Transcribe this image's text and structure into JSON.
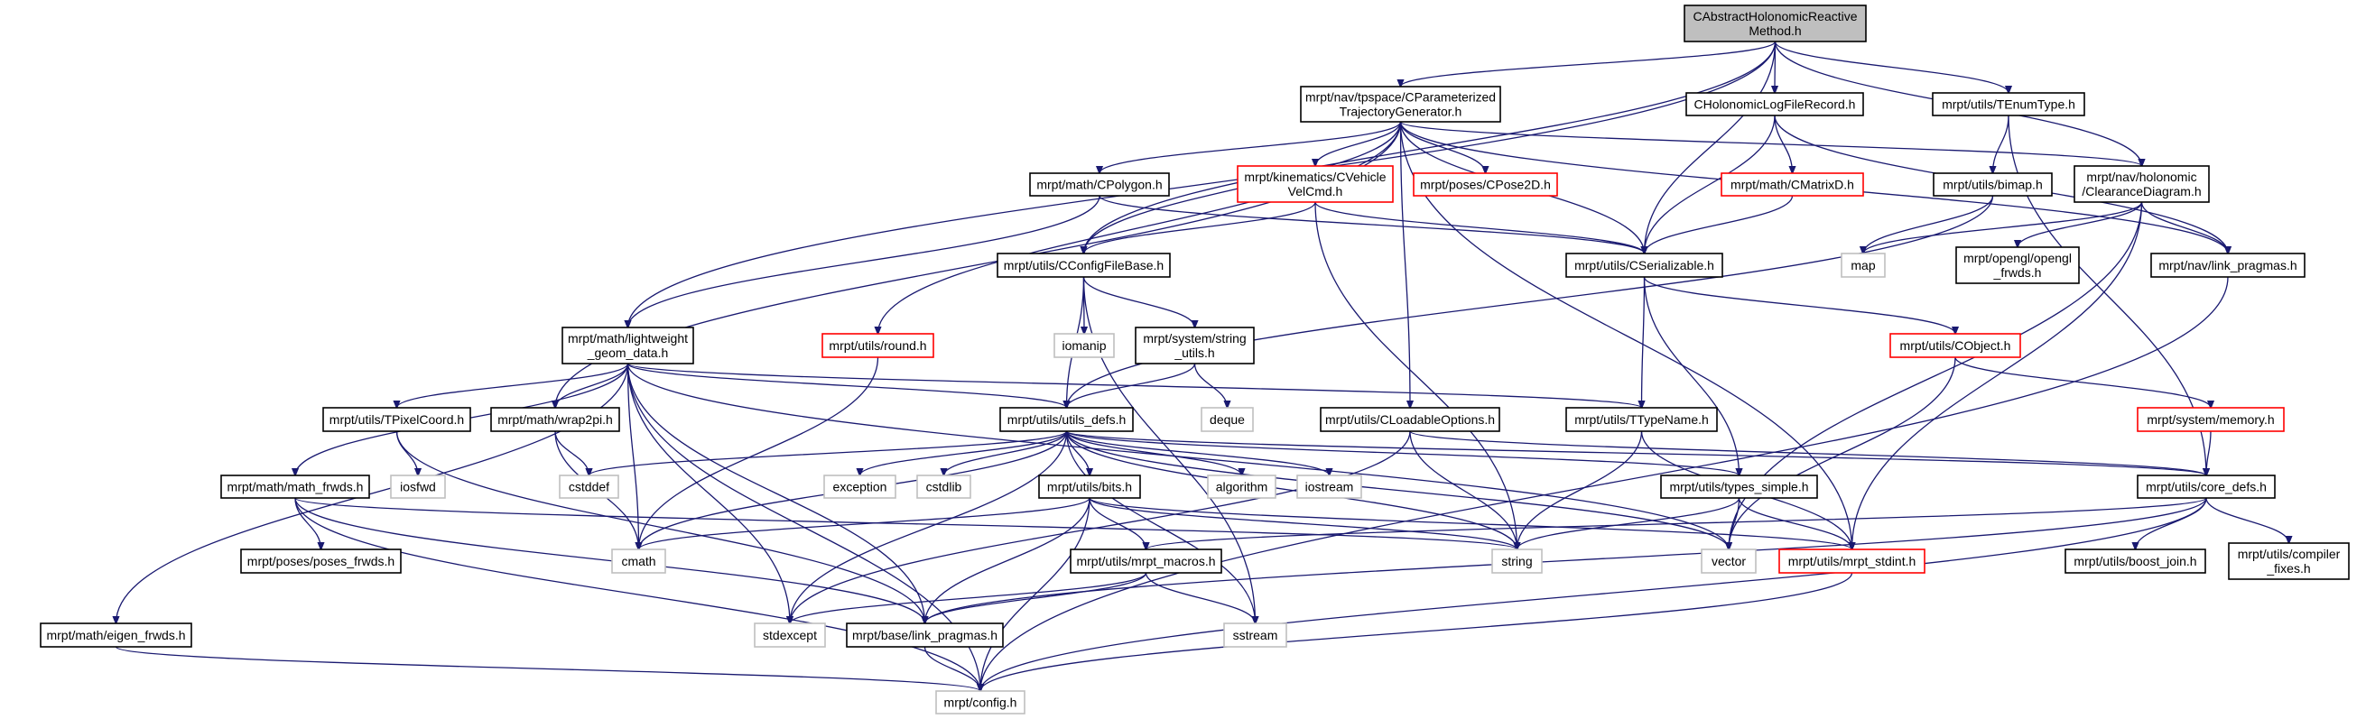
{
  "title": "CAbstractHolonomicReactiveMethod.h",
  "colors": {
    "edge": "#191970",
    "root_fill": "#bfbfbf",
    "normal_border": "#000000",
    "truncated_border": "#ff0000",
    "external_border": "#bfbfbf"
  },
  "nodes": {
    "root": {
      "lines": [
        "CAbstractHolonomicReactive",
        "Method.h"
      ],
      "kind": "root"
    },
    "cparam": {
      "lines": [
        "mrpt/nav/tpspace/CParameterized",
        "TrajectoryGenerator.h"
      ],
      "kind": "normal"
    },
    "cholog": {
      "lines": [
        "CHolonomicLogFileRecord.h"
      ],
      "kind": "normal"
    },
    "tenum": {
      "lines": [
        "mrpt/utils/TEnumType.h"
      ],
      "kind": "normal"
    },
    "cpolygon": {
      "lines": [
        "mrpt/math/CPolygon.h"
      ],
      "kind": "normal"
    },
    "cvehicle": {
      "lines": [
        "mrpt/kinematics/CVehicle",
        "VelCmd.h"
      ],
      "kind": "truncated"
    },
    "cpose2d": {
      "lines": [
        "mrpt/poses/CPose2D.h"
      ],
      "kind": "truncated"
    },
    "cmatrixd": {
      "lines": [
        "mrpt/math/CMatrixD.h"
      ],
      "kind": "truncated"
    },
    "bimap": {
      "lines": [
        "mrpt/utils/bimap.h"
      ],
      "kind": "normal"
    },
    "clearance": {
      "lines": [
        "mrpt/nav/holonomic",
        "/ClearanceDiagram.h"
      ],
      "kind": "normal"
    },
    "cconfig": {
      "lines": [
        "mrpt/utils/CConfigFileBase.h"
      ],
      "kind": "normal"
    },
    "cserial": {
      "lines": [
        "mrpt/utils/CSerializable.h"
      ],
      "kind": "normal"
    },
    "map": {
      "lines": [
        "map"
      ],
      "kind": "external"
    },
    "openglfrwds": {
      "lines": [
        "mrpt/opengl/opengl",
        "_frwds.h"
      ],
      "kind": "normal"
    },
    "navlink": {
      "lines": [
        "mrpt/nav/link_pragmas.h"
      ],
      "kind": "normal"
    },
    "lightweight": {
      "lines": [
        "mrpt/math/lightweight",
        "_geom_data.h"
      ],
      "kind": "normal"
    },
    "round": {
      "lines": [
        "mrpt/utils/round.h"
      ],
      "kind": "truncated"
    },
    "iomanip": {
      "lines": [
        "iomanip"
      ],
      "kind": "external"
    },
    "stringutils": {
      "lines": [
        "mrpt/system/string",
        "_utils.h"
      ],
      "kind": "normal"
    },
    "cobject": {
      "lines": [
        "mrpt/utils/CObject.h"
      ],
      "kind": "truncated"
    },
    "tpixel": {
      "lines": [
        "mrpt/utils/TPixelCoord.h"
      ],
      "kind": "normal"
    },
    "wrap2pi": {
      "lines": [
        "mrpt/math/wrap2pi.h"
      ],
      "kind": "normal"
    },
    "utilsdefs": {
      "lines": [
        "mrpt/utils/utils_defs.h"
      ],
      "kind": "normal"
    },
    "deque": {
      "lines": [
        "deque"
      ],
      "kind": "external"
    },
    "cloadable": {
      "lines": [
        "mrpt/utils/CLoadableOptions.h"
      ],
      "kind": "normal"
    },
    "ttypename": {
      "lines": [
        "mrpt/utils/TTypeName.h"
      ],
      "kind": "normal"
    },
    "memory": {
      "lines": [
        "mrpt/system/memory.h"
      ],
      "kind": "truncated"
    },
    "mathfrwds": {
      "lines": [
        "mrpt/math/math_frwds.h"
      ],
      "kind": "normal"
    },
    "iosfwd": {
      "lines": [
        "iosfwd"
      ],
      "kind": "external"
    },
    "cstddef": {
      "lines": [
        "cstddef"
      ],
      "kind": "external"
    },
    "exception": {
      "lines": [
        "exception"
      ],
      "kind": "external"
    },
    "cstdlib": {
      "lines": [
        "cstdlib"
      ],
      "kind": "external"
    },
    "bits": {
      "lines": [
        "mrpt/utils/bits.h"
      ],
      "kind": "normal"
    },
    "algorithm": {
      "lines": [
        "algorithm"
      ],
      "kind": "external"
    },
    "iostream": {
      "lines": [
        "iostream"
      ],
      "kind": "external"
    },
    "typessimple": {
      "lines": [
        "mrpt/utils/types_simple.h"
      ],
      "kind": "normal"
    },
    "coredefs": {
      "lines": [
        "mrpt/utils/core_defs.h"
      ],
      "kind": "normal"
    },
    "posesfrwds": {
      "lines": [
        "mrpt/poses/poses_frwds.h"
      ],
      "kind": "normal"
    },
    "cmath": {
      "lines": [
        "cmath"
      ],
      "kind": "external"
    },
    "macros": {
      "lines": [
        "mrpt/utils/mrpt_macros.h"
      ],
      "kind": "normal"
    },
    "string": {
      "lines": [
        "string"
      ],
      "kind": "external"
    },
    "vector": {
      "lines": [
        "vector"
      ],
      "kind": "external"
    },
    "stdint": {
      "lines": [
        "mrpt/utils/mrpt_stdint.h"
      ],
      "kind": "truncated"
    },
    "boostjoin": {
      "lines": [
        "mrpt/utils/boost_join.h"
      ],
      "kind": "normal"
    },
    "compiler": {
      "lines": [
        "mrpt/utils/compiler",
        "_fixes.h"
      ],
      "kind": "normal"
    },
    "eigenfrwds": {
      "lines": [
        "mrpt/math/eigen_frwds.h"
      ],
      "kind": "normal"
    },
    "stdexcept": {
      "lines": [
        "stdexcept"
      ],
      "kind": "external"
    },
    "baselink": {
      "lines": [
        "mrpt/base/link_pragmas.h"
      ],
      "kind": "normal"
    },
    "sstream": {
      "lines": [
        "sstream"
      ],
      "kind": "external"
    },
    "config": {
      "lines": [
        "mrpt/config.h"
      ],
      "kind": "external"
    }
  },
  "edges": [
    [
      "root",
      "cparam"
    ],
    [
      "root",
      "cholog"
    ],
    [
      "root",
      "tenum"
    ],
    [
      "root",
      "clearance"
    ],
    [
      "root",
      "cserial"
    ],
    [
      "root",
      "cconfig"
    ],
    [
      "root",
      "lightweight"
    ],
    [
      "cholog",
      "cmatrixd"
    ],
    [
      "cholog",
      "cserial"
    ],
    [
      "cholog",
      "navlink"
    ],
    [
      "tenum",
      "bimap"
    ],
    [
      "tenum",
      "coredefs"
    ],
    [
      "cparam",
      "cpolygon"
    ],
    [
      "cparam",
      "cvehicle"
    ],
    [
      "cparam",
      "cpose2d"
    ],
    [
      "cparam",
      "cconfig"
    ],
    [
      "cparam",
      "cserial"
    ],
    [
      "cparam",
      "round"
    ],
    [
      "cparam",
      "wrap2pi"
    ],
    [
      "cparam",
      "cloadable"
    ],
    [
      "cparam",
      "clearance"
    ],
    [
      "cparam",
      "navlink"
    ],
    [
      "cparam",
      "stdint"
    ],
    [
      "cpolygon",
      "lightweight"
    ],
    [
      "cpolygon",
      "cserial"
    ],
    [
      "cvehicle",
      "cconfig"
    ],
    [
      "cvehicle",
      "cserial"
    ],
    [
      "cvehicle",
      "string"
    ],
    [
      "cmatrixd",
      "cserial"
    ],
    [
      "bimap",
      "map"
    ],
    [
      "bimap",
      "utilsdefs"
    ],
    [
      "clearance",
      "map"
    ],
    [
      "clearance",
      "openglfrwds"
    ],
    [
      "clearance",
      "navlink"
    ],
    [
      "clearance",
      "stdint"
    ],
    [
      "clearance",
      "vector"
    ],
    [
      "cconfig",
      "iomanip"
    ],
    [
      "cconfig",
      "stringutils"
    ],
    [
      "cconfig",
      "utilsdefs"
    ],
    [
      "cconfig",
      "sstream"
    ],
    [
      "cserial",
      "ttypename"
    ],
    [
      "cserial",
      "cobject"
    ],
    [
      "cserial",
      "typessimple"
    ],
    [
      "navlink",
      "config"
    ],
    [
      "round",
      "cmath"
    ],
    [
      "stringutils",
      "utilsdefs"
    ],
    [
      "stringutils",
      "deque"
    ],
    [
      "cobject",
      "memory"
    ],
    [
      "cobject",
      "vector"
    ],
    [
      "memory",
      "coredefs"
    ],
    [
      "lightweight",
      "tpixel"
    ],
    [
      "lightweight",
      "wrap2pi"
    ],
    [
      "lightweight",
      "mathfrwds"
    ],
    [
      "lightweight",
      "eigenfrwds"
    ],
    [
      "lightweight",
      "utilsdefs"
    ],
    [
      "lightweight",
      "ttypename"
    ],
    [
      "lightweight",
      "baselink"
    ],
    [
      "lightweight",
      "stdexcept"
    ],
    [
      "lightweight",
      "config"
    ],
    [
      "lightweight",
      "vector"
    ],
    [
      "lightweight",
      "cmath"
    ],
    [
      "tpixel",
      "iosfwd"
    ],
    [
      "tpixel",
      "baselink"
    ],
    [
      "wrap2pi",
      "cstddef"
    ],
    [
      "wrap2pi",
      "cmath"
    ],
    [
      "utilsdefs",
      "exception"
    ],
    [
      "utilsdefs",
      "cstdlib"
    ],
    [
      "utilsdefs",
      "bits"
    ],
    [
      "utilsdefs",
      "algorithm"
    ],
    [
      "utilsdefs",
      "iostream"
    ],
    [
      "utilsdefs",
      "sstream"
    ],
    [
      "utilsdefs",
      "stdexcept"
    ],
    [
      "utilsdefs",
      "cmath"
    ],
    [
      "utilsdefs",
      "cstddef"
    ],
    [
      "utilsdefs",
      "coredefs"
    ],
    [
      "utilsdefs",
      "typessimple"
    ],
    [
      "utilsdefs",
      "vector"
    ],
    [
      "utilsdefs",
      "string"
    ],
    [
      "cloadable",
      "string"
    ],
    [
      "cloadable",
      "coredefs"
    ],
    [
      "cloadable",
      "stdexcept"
    ],
    [
      "ttypename",
      "string"
    ],
    [
      "ttypename",
      "stdint"
    ],
    [
      "mathfrwds",
      "posesfrwds"
    ],
    [
      "mathfrwds",
      "config"
    ],
    [
      "mathfrwds",
      "baselink"
    ],
    [
      "mathfrwds",
      "string"
    ],
    [
      "bits",
      "macros"
    ],
    [
      "bits",
      "baselink"
    ],
    [
      "bits",
      "config"
    ],
    [
      "bits",
      "string"
    ],
    [
      "bits",
      "cmath"
    ],
    [
      "bits",
      "stdint"
    ],
    [
      "typessimple",
      "string"
    ],
    [
      "typessimple",
      "vector"
    ],
    [
      "typessimple",
      "stdint"
    ],
    [
      "coredefs",
      "boostjoin"
    ],
    [
      "coredefs",
      "compiler"
    ],
    [
      "coredefs",
      "macros"
    ],
    [
      "coredefs",
      "baselink"
    ],
    [
      "coredefs",
      "config"
    ],
    [
      "macros",
      "stdexcept"
    ],
    [
      "macros",
      "baselink"
    ],
    [
      "macros",
      "sstream"
    ],
    [
      "stdint",
      "config"
    ],
    [
      "eigenfrwds",
      "config"
    ],
    [
      "baselink",
      "config"
    ]
  ]
}
